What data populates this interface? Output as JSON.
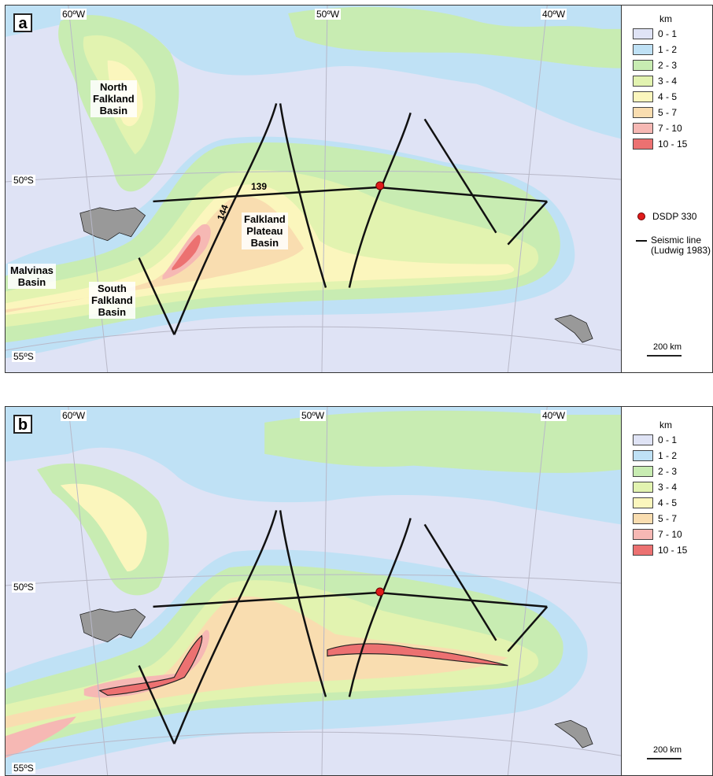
{
  "panels": [
    {
      "letter": "a",
      "lon_labels": [
        "60ºW",
        "50ºW",
        "40ºW"
      ],
      "lat_labels": [
        "50ºS",
        "55ºS"
      ],
      "basins": [
        "North\nFalkland\nBasin",
        "Falkland\nPlateau\nBasin",
        "Malvinas\nBasin",
        "South\nFalkland\nBasin"
      ],
      "contour_labels": [
        "139",
        "144"
      ]
    },
    {
      "letter": "b",
      "lon_labels": [
        "60ºW",
        "50ºW",
        "40ºW"
      ],
      "lat_labels": [
        "50ºS",
        "55ºS"
      ]
    }
  ],
  "legend": {
    "unit": "km",
    "classes": [
      {
        "label": "0 - 1",
        "color": "#dfe3f5"
      },
      {
        "label": "1 - 2",
        "color": "#bfe1f5"
      },
      {
        "label": "2 - 3",
        "color": "#c8ecb2"
      },
      {
        "label": "3 - 4",
        "color": "#e2f3b0"
      },
      {
        "label": "4 - 5",
        "color": "#fbf6bd"
      },
      {
        "label": "5 - 7",
        "color": "#f9ddb0"
      },
      {
        "label": "7 - 10",
        "color": "#f6b8b4"
      },
      {
        "label": "10 - 15",
        "color": "#ec7171"
      }
    ],
    "dsdp_label": "DSDP 330",
    "seismic_label_1": "Seismic line",
    "seismic_label_2": "(Ludwig 1983)",
    "scale_label": "200 km"
  }
}
